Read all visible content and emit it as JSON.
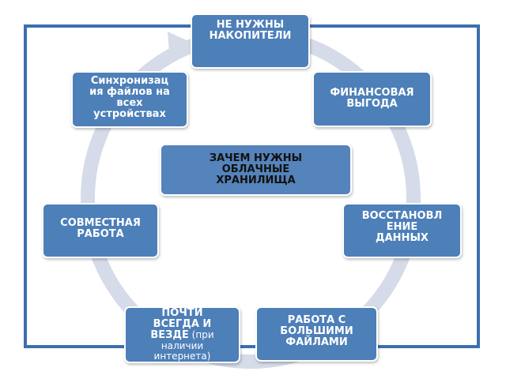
{
  "title_node": {
    "lines": [
      "ЗАЧЕМ  НУЖНЫ",
      "ОБЛАЧНЫЕ",
      "ХРАНИЛИЩА"
    ]
  },
  "nodes": {
    "no_storage": {
      "lines": [
        "НЕ НУЖНЫ",
        "НАКОПИТЕЛИ"
      ]
    },
    "financial": {
      "lines": [
        "ФИНАНСОВАЯ",
        "ВЫГОДА"
      ]
    },
    "recovery": {
      "lines": [
        "ВОССТАНОВЛ",
        "ЕНИЕ",
        "ДАННЫХ"
      ]
    },
    "big_files": {
      "lines": [
        "РАБОТА С",
        "БОЛЬШИМИ",
        "ФАЙЛАМИ"
      ]
    },
    "everywhere": {
      "lines": [
        "ПОЧТИ",
        "ВСЕГДА  И",
        "ВЕЗДЕ"
      ],
      "note": " (при",
      "note_lines": [
        "наличии",
        "интернета)"
      ]
    },
    "collaboration": {
      "lines": [
        "СОВМЕСТНАЯ",
        "РАБОТА"
      ]
    },
    "sync": {
      "lines": [
        "Синхронизац",
        "ия файлов на",
        "всех",
        "устройствах"
      ]
    }
  },
  "colors": {
    "frame": "#3c6fae",
    "ring": "#d5dbe8",
    "node_fill": "#4d7fb8",
    "node_text": "#ffffff",
    "center_text": "#111111"
  }
}
